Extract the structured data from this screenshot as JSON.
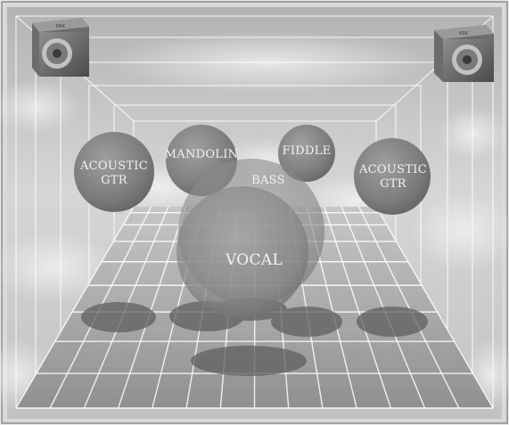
{
  "instruments": {
    "acoustic_gtr_left": {
      "line1": "ACOUSTIC",
      "line2": "GTR"
    },
    "mandolin": "MANDOLIN",
    "fiddle": "FIDDLE",
    "acoustic_gtr_right": {
      "line1": "ACOUSTIC",
      "line2": "GTR"
    },
    "bass": "BASS",
    "vocal": "VOCAL"
  },
  "speaker_brand": "KRK",
  "colors": {
    "sphere": "#7a7a7a",
    "sphere_highlight": "#a6a6a6",
    "sky": "#c9c9c9",
    "grid_line": "#ffffff",
    "floor": "#9a9a9a",
    "shadow": "#5f5f5f",
    "frame": "#8c8c8c"
  }
}
